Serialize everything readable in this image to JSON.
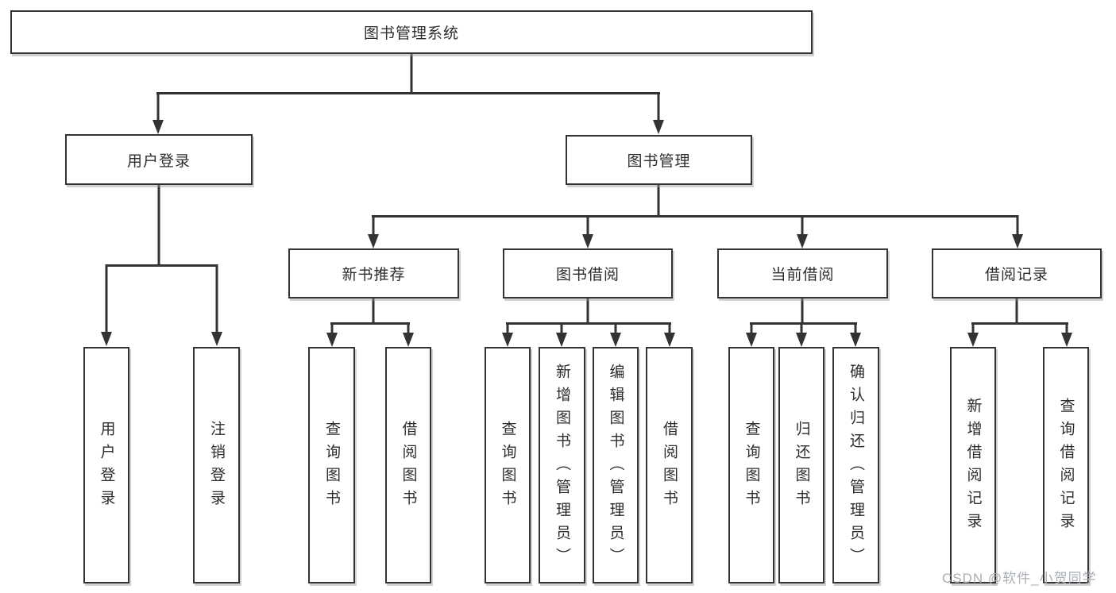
{
  "diagram": {
    "title": "图书管理系统",
    "branches": [
      {
        "label": "用户登录",
        "children": [
          {
            "label": "用户登录"
          },
          {
            "label": "注销登录"
          }
        ]
      },
      {
        "label": "图书管理",
        "children": [
          {
            "label": "新书推荐",
            "children": [
              {
                "label": "查询图书"
              },
              {
                "label": "借阅图书"
              }
            ]
          },
          {
            "label": "图书借阅",
            "children": [
              {
                "label": "查询图书"
              },
              {
                "label": "新增图书（管理员）"
              },
              {
                "label": "编辑图书（管理员）"
              },
              {
                "label": "借阅图书"
              }
            ]
          },
          {
            "label": "当前借阅",
            "children": [
              {
                "label": "查询图书"
              },
              {
                "label": "归还图书"
              },
              {
                "label": "确认归还（管理员）"
              }
            ]
          },
          {
            "label": "借阅记录",
            "children": [
              {
                "label": "新增借阅记录"
              },
              {
                "label": "查询借阅记录"
              }
            ]
          }
        ]
      }
    ]
  },
  "watermark": {
    "text": "CSDN @软件_小贺同学",
    "color": "#a9aeb4"
  },
  "colors": {
    "line": "#333333",
    "box_border": "#333333",
    "background": "#ffffff"
  }
}
